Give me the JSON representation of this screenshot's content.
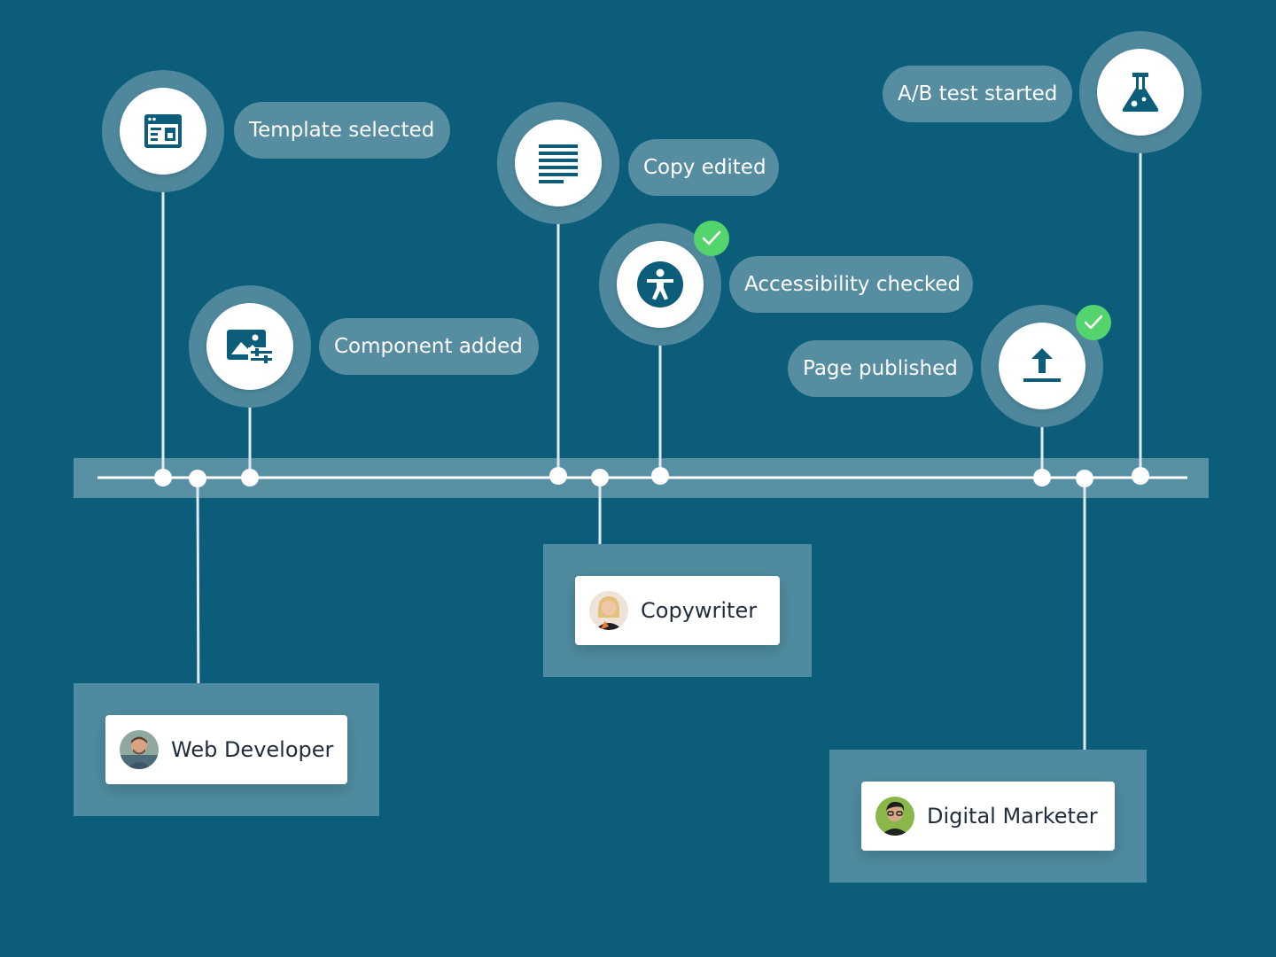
{
  "colors": {
    "background": "#0b5d7a",
    "track": "#578fa3",
    "halo": "#4f889d",
    "pill": "#568da1",
    "icon": "#0b5d7a",
    "check": "#54d46d",
    "card_text": "#1f2d3d"
  },
  "milestones": [
    {
      "id": "template",
      "label": "Template selected",
      "icon": "browser-layout-icon",
      "verified": false
    },
    {
      "id": "component",
      "label": "Component added",
      "icon": "image-sliders-icon",
      "verified": false
    },
    {
      "id": "copy",
      "label": "Copy edited",
      "icon": "text-lines-icon",
      "verified": false
    },
    {
      "id": "accessibility",
      "label": "Accessibility checked",
      "icon": "accessibility-person-icon",
      "verified": true
    },
    {
      "id": "publish",
      "label": "Page published",
      "icon": "upload-icon",
      "verified": true
    },
    {
      "id": "abtest",
      "label": "A/B test started",
      "icon": "flask-icon",
      "verified": false
    }
  ],
  "roles": [
    {
      "id": "web-developer",
      "label": "Web Developer",
      "avatar": "avatar-photo-man-beard"
    },
    {
      "id": "copywriter",
      "label": "Copywriter",
      "avatar": "avatar-photo-woman-blonde"
    },
    {
      "id": "digital-marketer",
      "label": "Digital Marketer",
      "avatar": "avatar-photo-man-glasses"
    }
  ]
}
